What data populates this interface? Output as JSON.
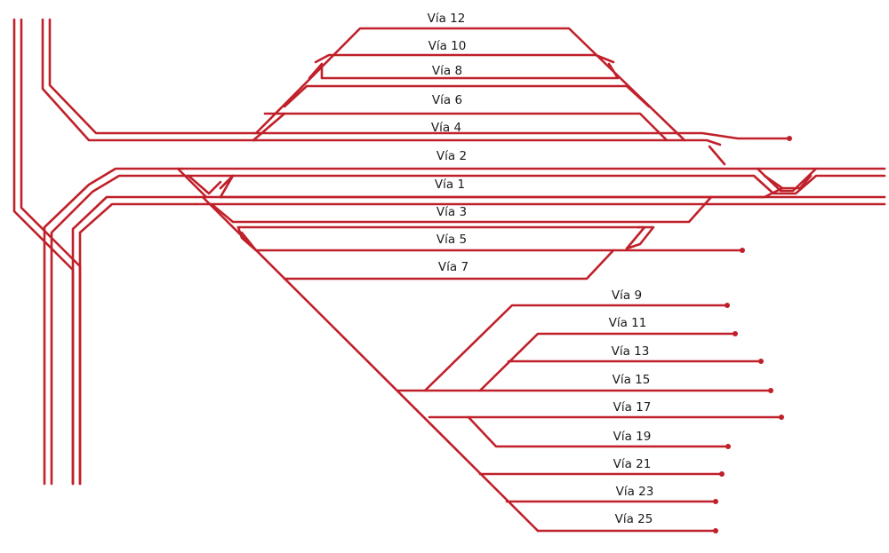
{
  "diagram": {
    "labels": {
      "via12": "Vía 12",
      "via10": "Vía 10",
      "via8": "Vía 8",
      "via6": "Vía 6",
      "via4": "Vía 4",
      "via2": "Vía 2",
      "via1": "Vía 1",
      "via3": "Vía 3",
      "via5": "Vía 5",
      "via7": "Vía 7",
      "via9": "Vía 9",
      "via11": "Vía 11",
      "via13": "Vía 13",
      "via15": "Vía 15",
      "via17": "Vía 17",
      "via19": "Vía 19",
      "via21": "Vía 21",
      "via23": "Vía 23",
      "via25": "Vía 25"
    },
    "colors": {
      "track": "#c0202a",
      "text": "#1a1a1a",
      "background": "#ffffff"
    }
  }
}
